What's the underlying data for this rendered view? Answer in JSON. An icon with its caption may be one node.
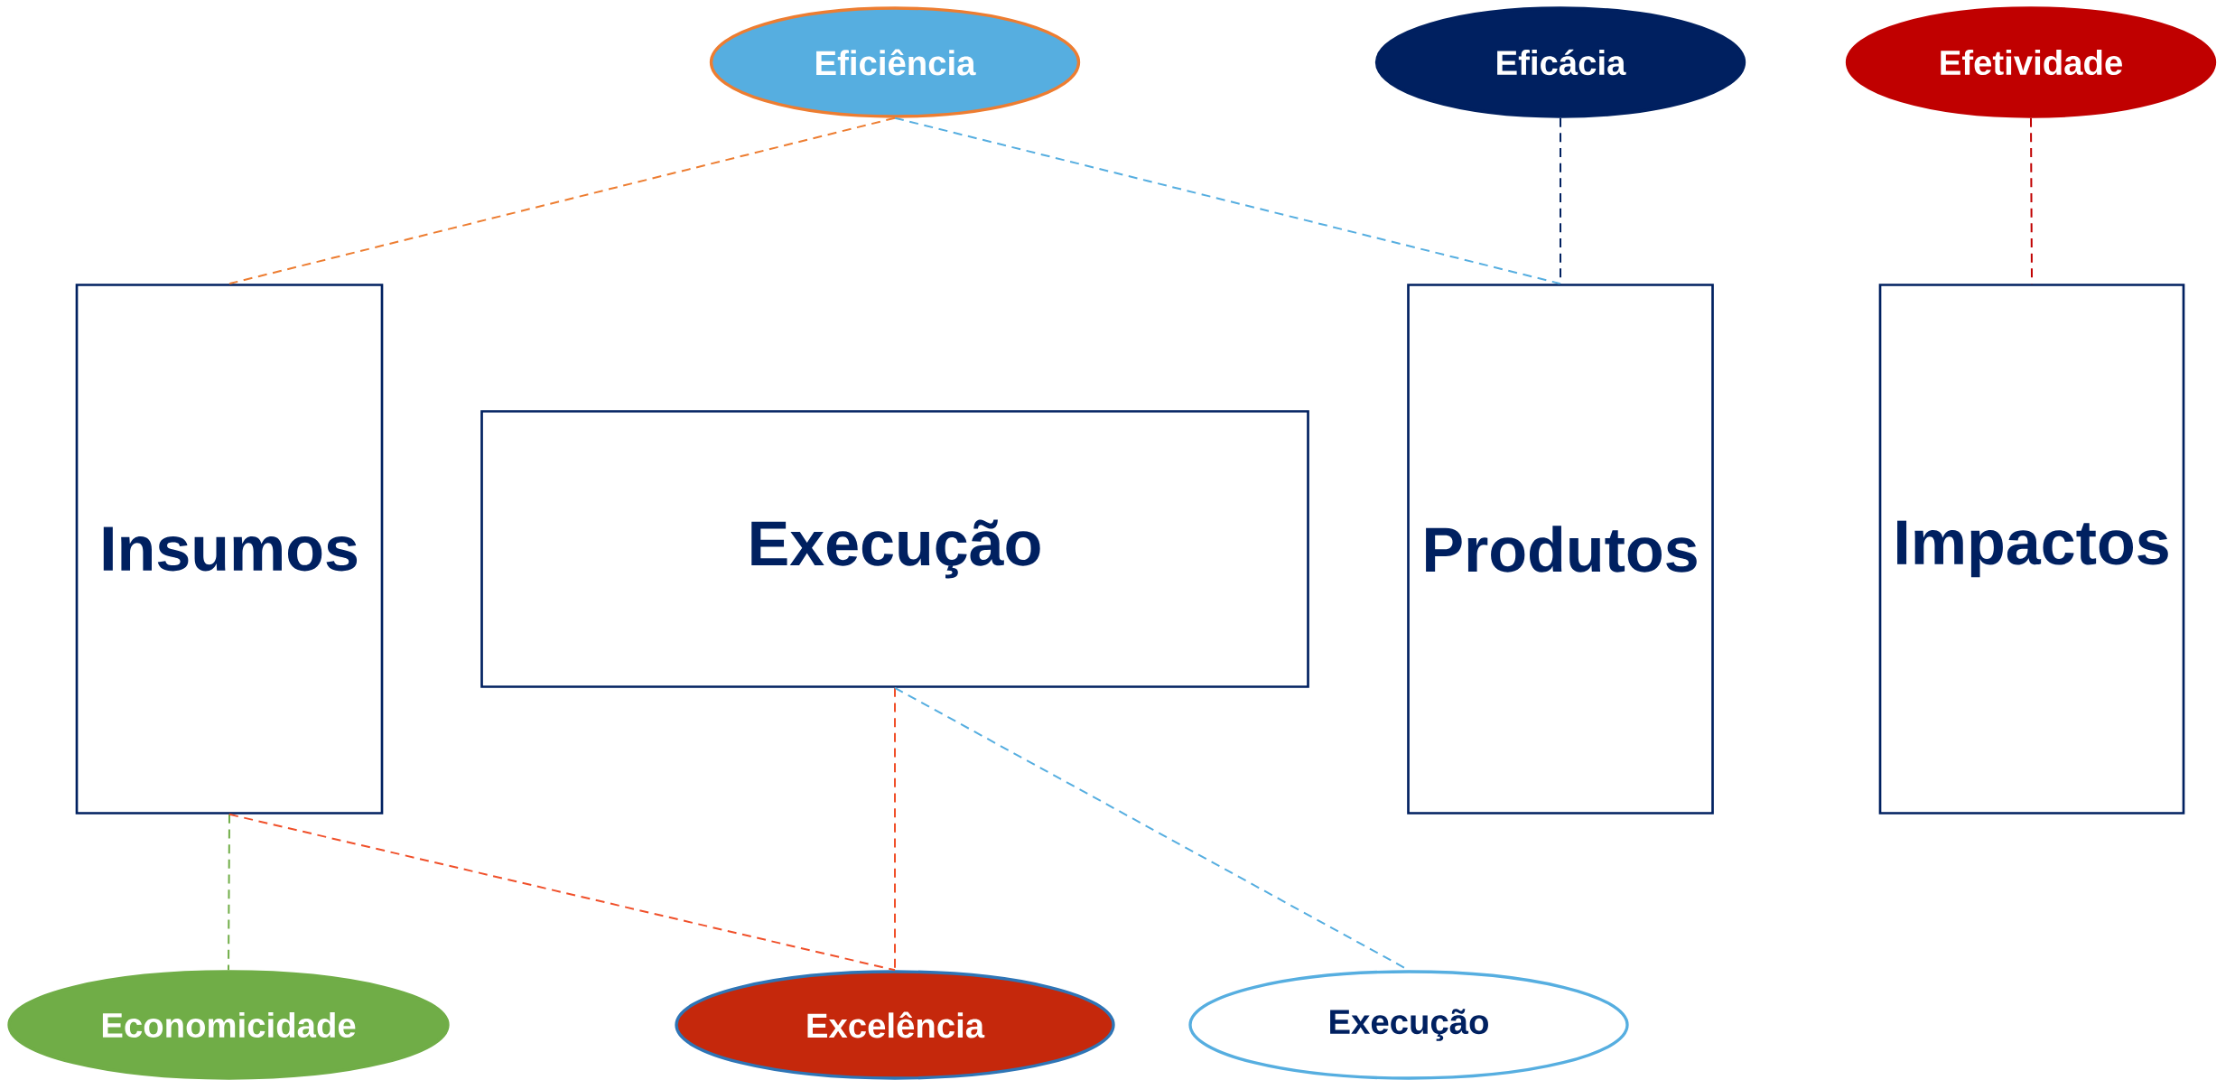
{
  "diagram": {
    "nodes": [
      {
        "text": [
          "Eficiência"
        ]
      },
      {
        "text": [
          "Eficácia"
        ]
      },
      {
        "text": [
          "Efetividade"
        ]
      },
      {
        "text": [
          "Insumos"
        ]
      },
      {
        "text": [
          "Execução"
        ]
      },
      {
        "text": [
          "Produtos"
        ]
      },
      {
        "text": [
          "Impactos"
        ]
      },
      {
        "text": [
          "Economicidade"
        ]
      },
      {
        "text": [
          "Excelência"
        ]
      },
      {
        "text": [
          "Execução"
        ]
      }
    ],
    "edges": [
      {
        "from": 0,
        "to": 3,
        "arrow": "none",
        "style": "dashed",
        "color": "#ed7d31"
      },
      {
        "from": 0,
        "to": 5,
        "arrow": "none",
        "style": "dashed",
        "color": "#56aee0"
      },
      {
        "from": 1,
        "to": 5,
        "arrow": "none",
        "style": "dashed",
        "color": "#002060"
      },
      {
        "from": 2,
        "to": 6,
        "arrow": "none",
        "style": "dashed",
        "color": "#c00000"
      },
      {
        "from": 3,
        "to": 7,
        "arrow": "none",
        "style": "dashed",
        "color": "#70ad47"
      },
      {
        "from": 3,
        "to": 8,
        "arrow": "none",
        "style": "dashed",
        "color": "#f0502a"
      },
      {
        "from": 4,
        "to": 8,
        "arrow": "none",
        "style": "dashed",
        "color": "#f0502a"
      },
      {
        "from": 4,
        "to": 9,
        "arrow": "none",
        "style": "dashed",
        "color": "#56aee0"
      }
    ]
  }
}
